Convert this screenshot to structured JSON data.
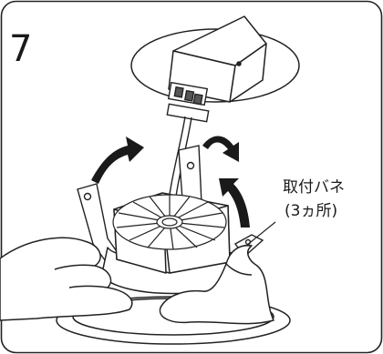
{
  "step": {
    "number": "7"
  },
  "callout": {
    "line1": "取付バネ",
    "line2": "(3ヵ所)"
  }
}
